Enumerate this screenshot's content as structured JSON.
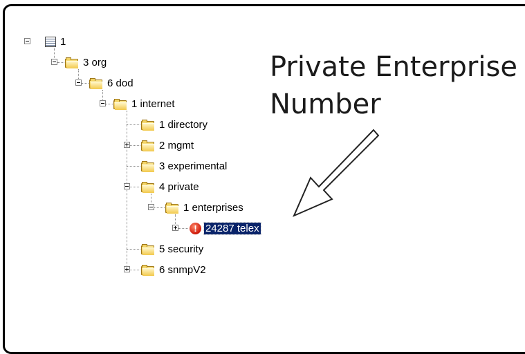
{
  "annotation": {
    "line1": "Private Enterprise",
    "line2": "Number"
  },
  "tree": {
    "root": {
      "label": "1",
      "icon": "root-table-icon",
      "expanded": true
    },
    "org": {
      "label": "3 org",
      "icon": "folder-icon",
      "expanded": true
    },
    "dod": {
      "label": "6 dod",
      "icon": "folder-icon",
      "expanded": true
    },
    "internet": {
      "label": "1 internet",
      "icon": "folder-icon",
      "expanded": true
    },
    "directory": {
      "label": "1 directory",
      "icon": "folder-icon"
    },
    "mgmt": {
      "label": "2 mgmt",
      "icon": "folder-icon",
      "expanded": false
    },
    "experimental": {
      "label": "3 experimental",
      "icon": "folder-icon"
    },
    "private": {
      "label": "4 private",
      "icon": "folder-icon",
      "expanded": true
    },
    "enterprises": {
      "label": "1 enterprises",
      "icon": "folder-icon",
      "expanded": true
    },
    "telex": {
      "label": "24287 telex",
      "icon": "alert-icon",
      "expanded": false,
      "selected": true,
      "alert_glyph": "!"
    },
    "security": {
      "label": "5 security",
      "icon": "folder-icon"
    },
    "snmpV2": {
      "label": "6 snmpV2",
      "icon": "folder-icon",
      "expanded": false
    }
  },
  "colors": {
    "selection": "#0a246a",
    "folder": "#f2c94c",
    "alert": "#d21f0f"
  }
}
